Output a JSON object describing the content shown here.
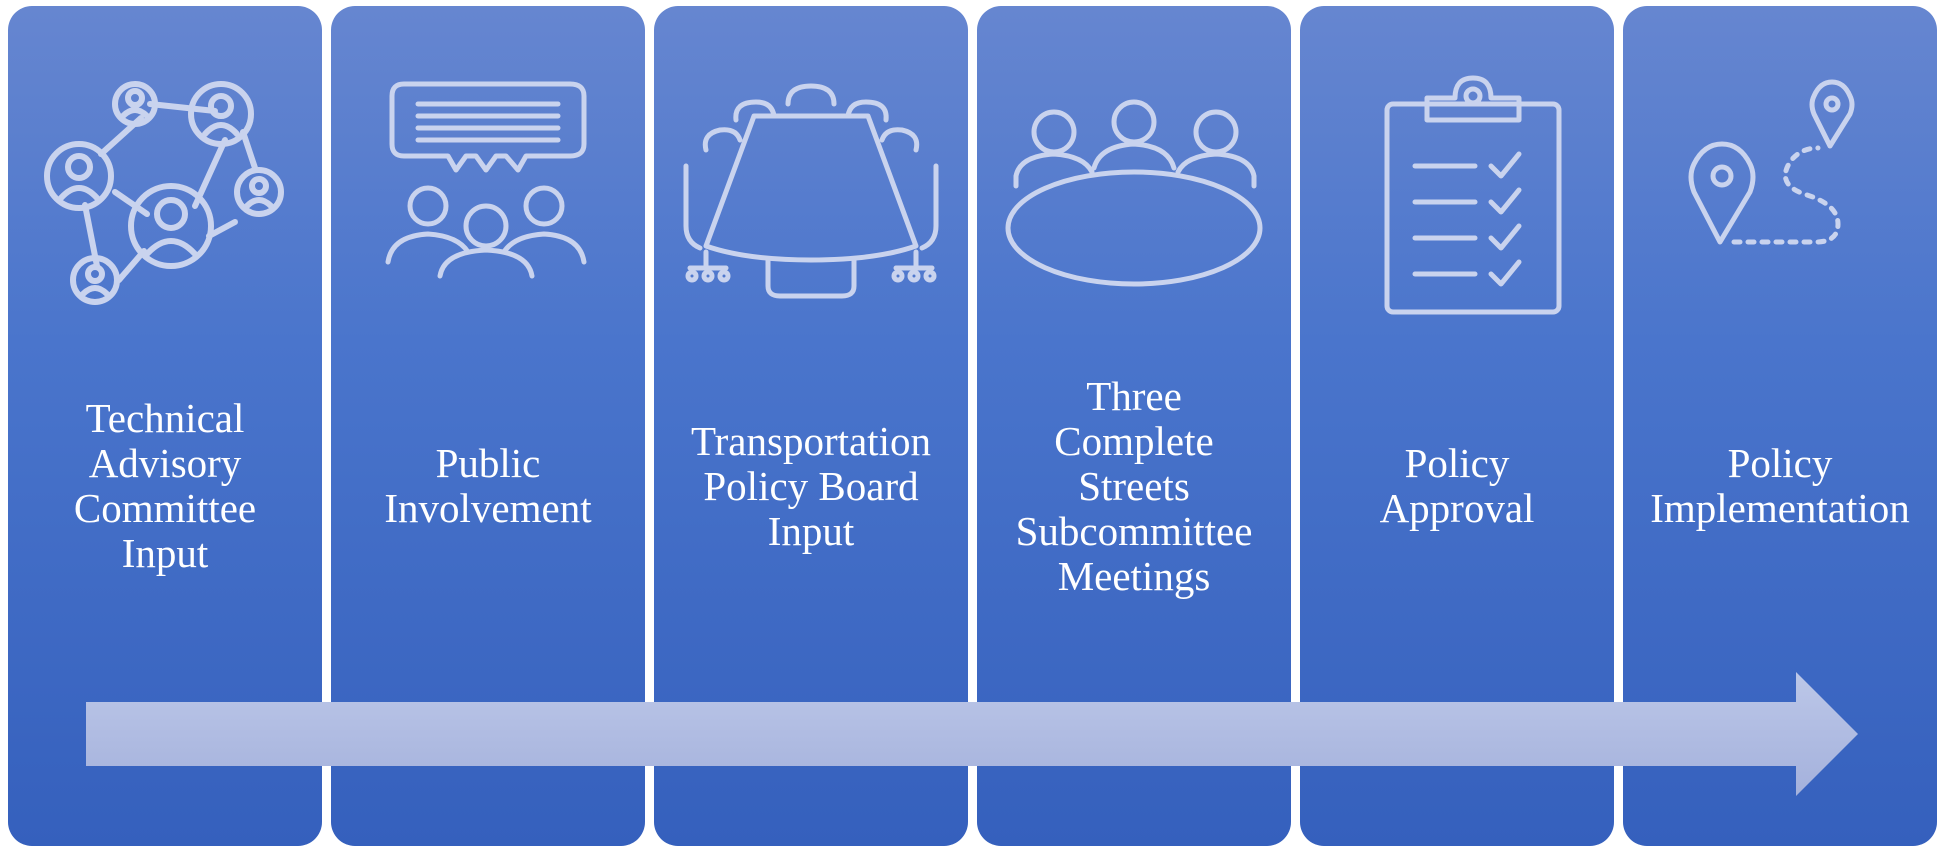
{
  "diagram": {
    "steps": [
      {
        "label": "Technical\nAdvisory\nCommittee\nInput",
        "icon": "network-people-icon"
      },
      {
        "label": "Public\nInvolvement",
        "icon": "audience-speech-icon"
      },
      {
        "label": "Transportation\nPolicy Board\nInput",
        "icon": "boardroom-table-icon"
      },
      {
        "label": "Three\nComplete\nStreets\nSubcommittee\nMeetings",
        "icon": "meeting-table-icon"
      },
      {
        "label": "Policy\nApproval",
        "icon": "clipboard-checklist-icon"
      },
      {
        "label": "Policy\nImplementation",
        "icon": "route-pins-icon"
      }
    ],
    "colors": {
      "card_top": "#6686d0",
      "card_bottom": "#3560bd",
      "icon_stroke": "#c9d3ee",
      "arrow": "#b0bbe0",
      "text": "#ffffff"
    }
  }
}
